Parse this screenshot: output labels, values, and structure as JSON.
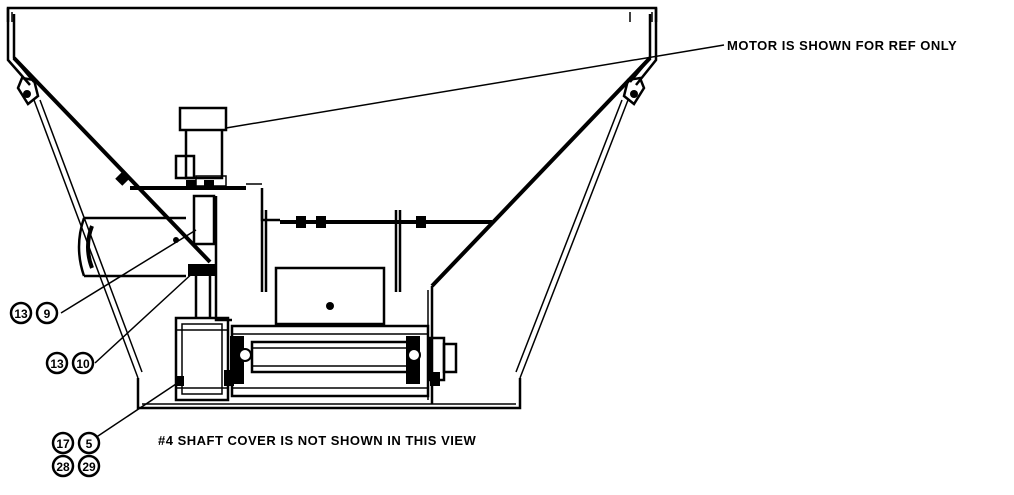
{
  "notes": {
    "motor_note": "MOTOR IS SHOWN FOR REF ONLY",
    "shaft_note": "#4 SHAFT COVER IS NOT SHOWN IN THIS VIEW"
  },
  "balloons": [
    {
      "group": "callout-a",
      "label": "13"
    },
    {
      "group": "callout-a",
      "label": "9"
    },
    {
      "group": "callout-b",
      "label": "13"
    },
    {
      "group": "callout-b",
      "label": "10"
    },
    {
      "group": "callout-c",
      "label": "17"
    },
    {
      "group": "callout-c",
      "label": "5"
    },
    {
      "group": "callout-c",
      "label": "28"
    },
    {
      "group": "callout-c",
      "label": "29"
    }
  ]
}
